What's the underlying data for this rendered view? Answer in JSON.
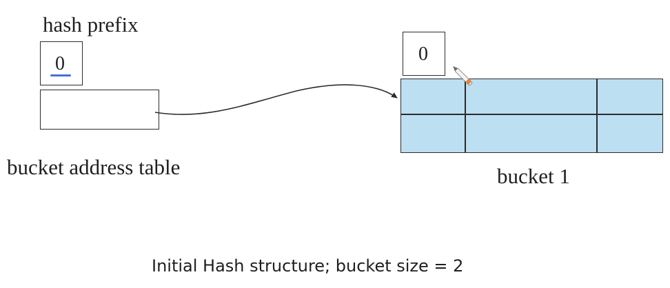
{
  "diagram": {
    "hash_prefix_label": "hash prefix",
    "table_prefix_value": "0",
    "table_label": "bucket address table",
    "bucket_prefix_value": "0",
    "bucket_label": "bucket 1",
    "caption": "Initial Hash structure; bucket size = 2"
  },
  "colors": {
    "bucket_fill": "#bcdff2",
    "stroke": "#2b2b2b",
    "underline": "#4a6fd6"
  },
  "icons": {
    "cursor": "pen-cursor-icon"
  }
}
